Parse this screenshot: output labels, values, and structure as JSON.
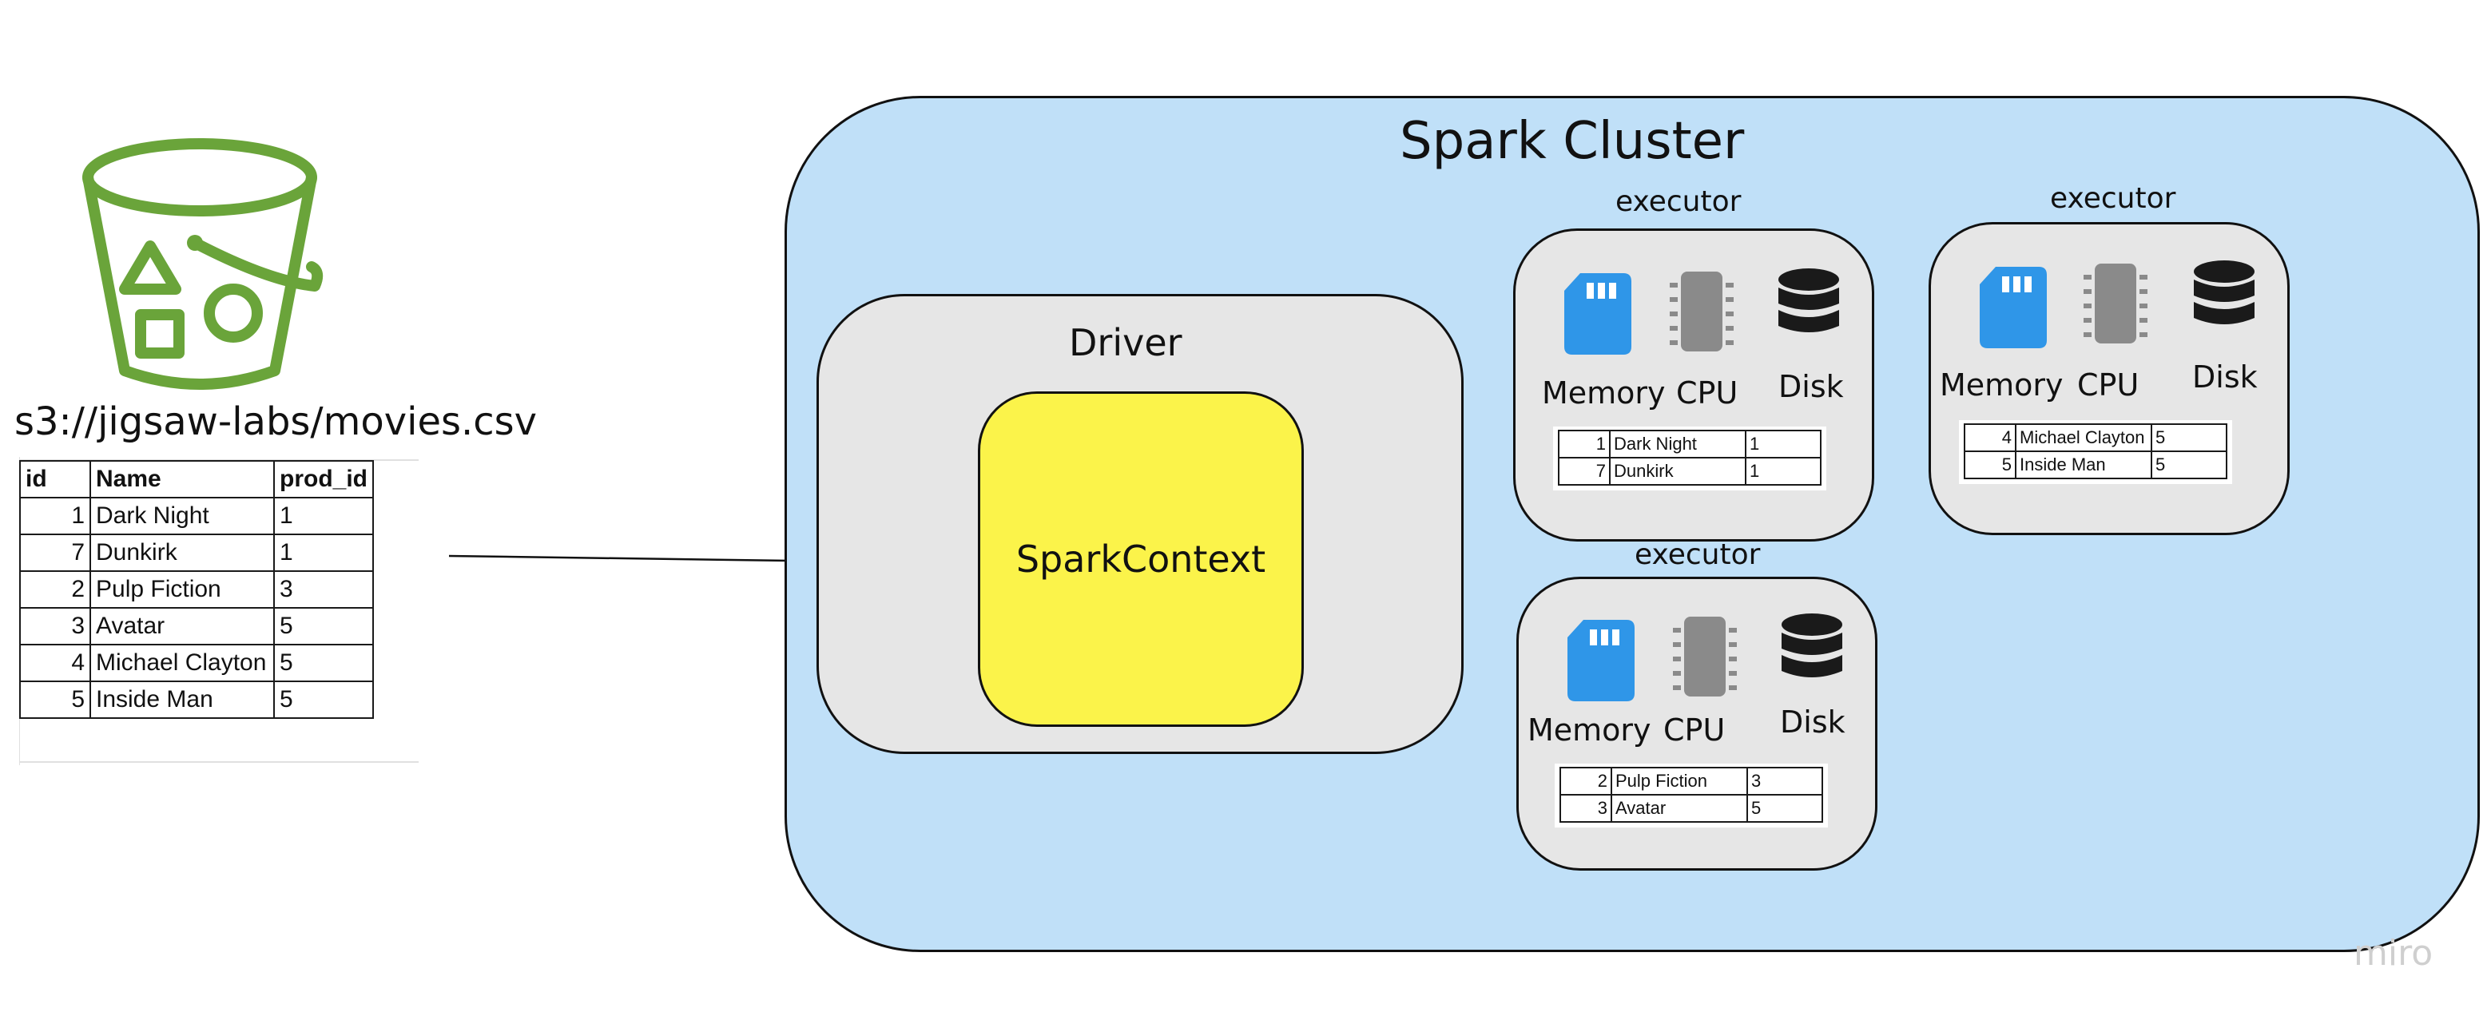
{
  "source": {
    "path": "s3://jigsaw-labs/movies.csv",
    "bucket_icon": "s3-bucket-icon",
    "bucket_color": "#6aa43a",
    "headers": [
      "id",
      "Name",
      "prod_id"
    ],
    "rows": [
      {
        "id": "1",
        "name": "Dark Night",
        "prod_id": "1"
      },
      {
        "id": "7",
        "name": "Dunkirk",
        "prod_id": "1"
      },
      {
        "id": "2",
        "name": "Pulp Fiction",
        "prod_id": "3"
      },
      {
        "id": "3",
        "name": "Avatar",
        "prod_id": "5"
      },
      {
        "id": "4",
        "name": "Michael Clayton",
        "prod_id": "5"
      },
      {
        "id": "5",
        "name": "Inside Man",
        "prod_id": "5"
      }
    ]
  },
  "cluster": {
    "title": "Spark Cluster",
    "color": "#c0e0f8",
    "driver": {
      "title": "Driver",
      "context_label": "SparkContext",
      "context_color": "#fbf34a"
    },
    "executors": [
      {
        "label": "executor",
        "memory": "Memory",
        "cpu": "CPU",
        "disk": "Disk",
        "rows": [
          {
            "id": "1",
            "name": "Dark Night",
            "prod_id": "1"
          },
          {
            "id": "7",
            "name": "Dunkirk",
            "prod_id": "1"
          }
        ]
      },
      {
        "label": "executor",
        "memory": "Memory",
        "cpu": "CPU",
        "disk": "Disk",
        "rows": [
          {
            "id": "4",
            "name": "Michael Clayton",
            "prod_id": "5"
          },
          {
            "id": "5",
            "name": "Inside Man",
            "prod_id": "5"
          }
        ]
      },
      {
        "label": "executor",
        "memory": "Memory",
        "cpu": "CPU",
        "disk": "Disk",
        "rows": [
          {
            "id": "2",
            "name": "Pulp Fiction",
            "prod_id": "3"
          },
          {
            "id": "3",
            "name": "Avatar",
            "prod_id": "5"
          }
        ]
      }
    ],
    "icons": {
      "memory": "memory-card-icon",
      "cpu": "cpu-chip-icon",
      "disk": "disk-database-icon",
      "memory_color": "#2f96e8",
      "cpu_color": "#8a8a8a",
      "disk_color": "#1a1a1a"
    }
  },
  "watermark": "miro"
}
